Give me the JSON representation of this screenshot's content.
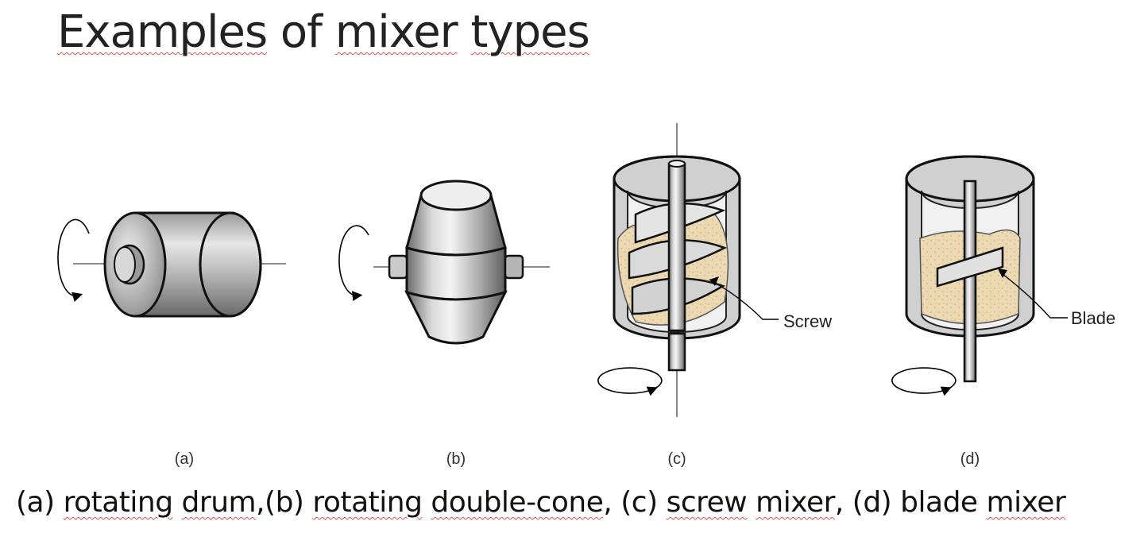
{
  "title": {
    "w1": "Examples",
    "w2": " of ",
    "w3": "mixer",
    "w4": " ",
    "w5": "types"
  },
  "subfigures": {
    "a": "(a)",
    "b": "(b)",
    "c": "(c)",
    "d": "(d)"
  },
  "callouts": {
    "screw": "Screw",
    "blade": "Blade"
  },
  "caption": {
    "p1": "(a) ",
    "p2": "rotating",
    "p3": " ",
    "p4": "drum",
    "p5": ",(b) ",
    "p6": "rotating",
    "p7": " ",
    "p8": "double-cone",
    "p9": ", (c) ",
    "p10": "screw",
    "p11": " ",
    "p12": "mixer",
    "p13": ", (d) blade ",
    "p14": "mixer"
  }
}
